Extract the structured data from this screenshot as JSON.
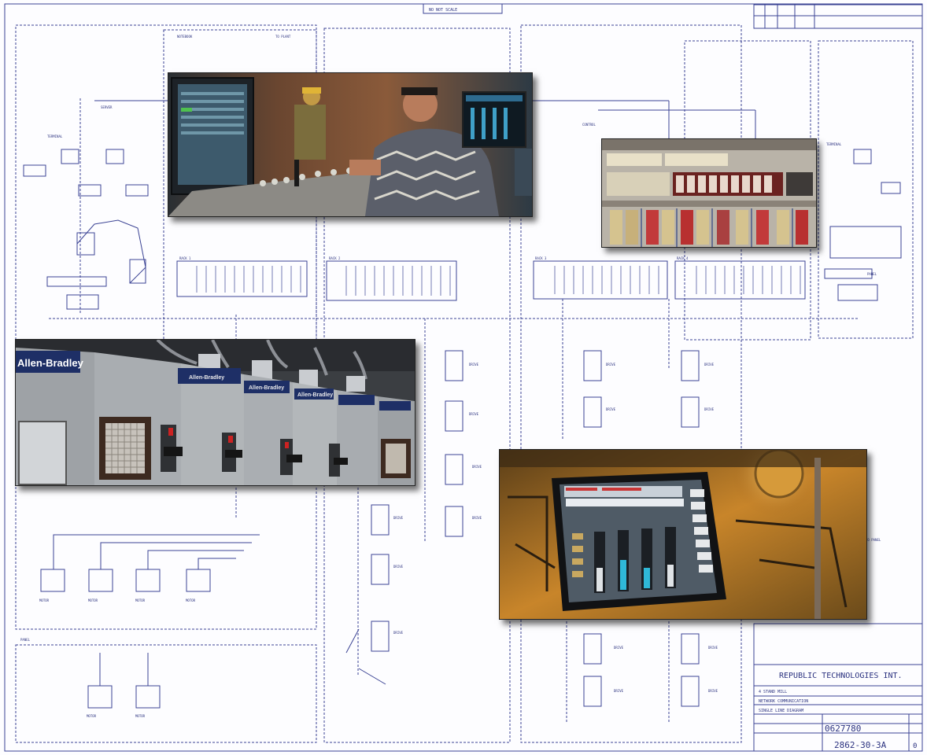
{
  "title_block": {
    "company": "REPUBLIC TECHNOLOGIES INT.",
    "line_1": "4 STAND MILL",
    "line_2": "NETWORK COMMUNICATION",
    "line_3": "SINGLE LINE DIAGRAM",
    "drawing_number": "2862-30-3A",
    "sheet": "0",
    "job_number": "0627780"
  },
  "top_note": "NO NOT SCALE",
  "photos": [
    {
      "id": "operator-console",
      "description": "Operator at control console"
    },
    {
      "id": "plc-rack",
      "description": "PLC I/O rack"
    },
    {
      "id": "motor-control-center",
      "label": "Allen-Bradley"
    },
    {
      "id": "hmi-panel",
      "description": "HMI touchscreen with bar graphs"
    }
  ],
  "colors": {
    "line": "#3b4394",
    "paper": "#fdfdff"
  }
}
